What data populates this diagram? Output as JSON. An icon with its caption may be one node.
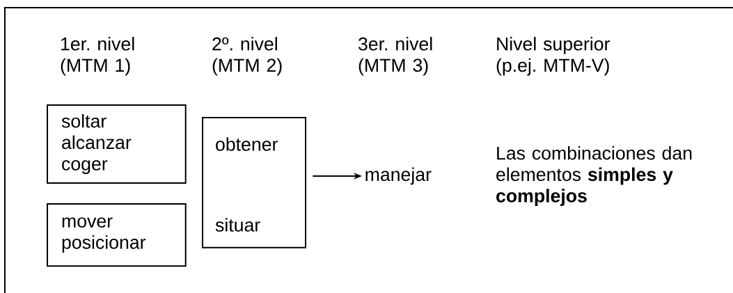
{
  "diagram": {
    "nodes": [
      {
        "text": [
          "soltar alcanzar coger"
        ]
      },
      {
        "text": [
          "mover posicionar"
        ]
      },
      {
        "text": [
          "obtener",
          "situar"
        ]
      },
      {
        "text": [
          "manejar"
        ]
      }
    ],
    "edges": [
      {
        "from": 2,
        "to": 3,
        "arrow": "to"
      }
    ],
    "labels": [
      "1er. nivel (MTM 1)",
      "2º. nivel (MTM 2)",
      "3er. nivel (MTM 3)",
      "Nivel superior (p.ej. MTM-V)",
      "Las combinaciones dan elementos **simples y complejos**"
    ]
  }
}
